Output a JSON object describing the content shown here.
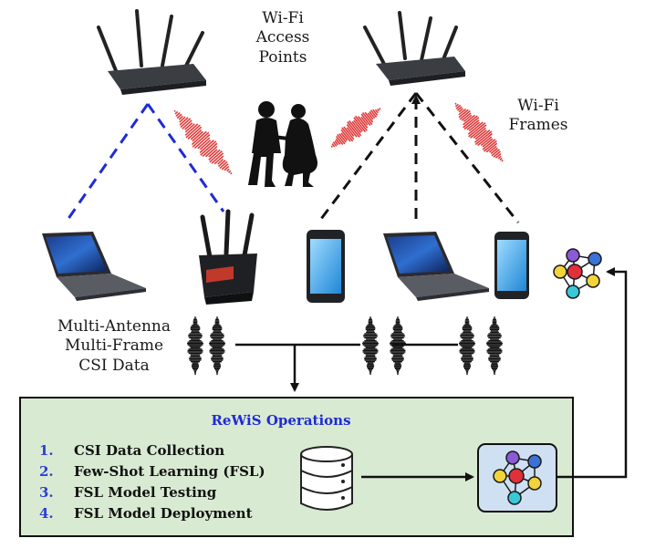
{
  "labels": {
    "access_points": [
      "Wi-Fi",
      "Access",
      "Points"
    ],
    "frames": [
      "Wi-Fi",
      "Frames"
    ],
    "csi": [
      "Multi-Antenna",
      "Multi-Frame",
      "CSI Data"
    ]
  },
  "operations": {
    "title": "ReWiS Operations",
    "steps": [
      {
        "num": "1.",
        "label": "CSI Data Collection"
      },
      {
        "num": "2.",
        "label": "Few-Shot Learning (FSL)"
      },
      {
        "num": "3.",
        "label": "FSL Model Testing"
      },
      {
        "num": "4.",
        "label": "FSL Model Deployment"
      }
    ]
  },
  "colors": {
    "blue_link": "#1f2bd6",
    "black_link": "#111111",
    "signal_red": "#e03a3a",
    "panel_fill": "#d9ead3",
    "panel_border": "#111111",
    "router": "#2b2d31",
    "phone_screen": "#3aa6e6"
  },
  "icons": [
    "router-icon",
    "laptop-icon",
    "smartphone-icon",
    "gaming-router-icon",
    "people-silhouette-icon",
    "waveform-icon",
    "database-icon",
    "neural-network-icon"
  ]
}
